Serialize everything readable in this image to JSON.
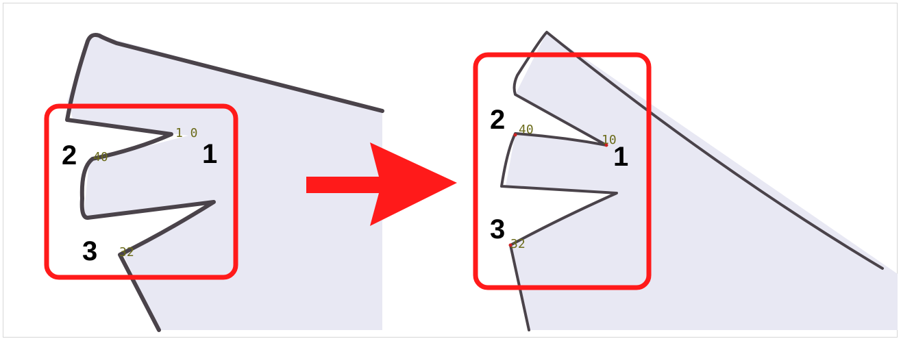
{
  "figure": {
    "left_panel": {
      "labels": {
        "point_1": "1",
        "point_2": "2",
        "point_3": "3"
      },
      "tags": {
        "tag_1": "1 0",
        "tag_2": "40",
        "tag_3": "32"
      }
    },
    "right_panel": {
      "labels": {
        "point_1": "1",
        "point_2": "2",
        "point_3": "3"
      },
      "tags": {
        "tag_1": "10",
        "tag_2": "40",
        "tag_3": "32"
      }
    },
    "colors": {
      "fill": "#e8e8f3",
      "stroke": "#4a434a",
      "highlight": "#ff1a1a",
      "arrow": "#ff1a1a",
      "tag": "#6b6b1a"
    }
  }
}
